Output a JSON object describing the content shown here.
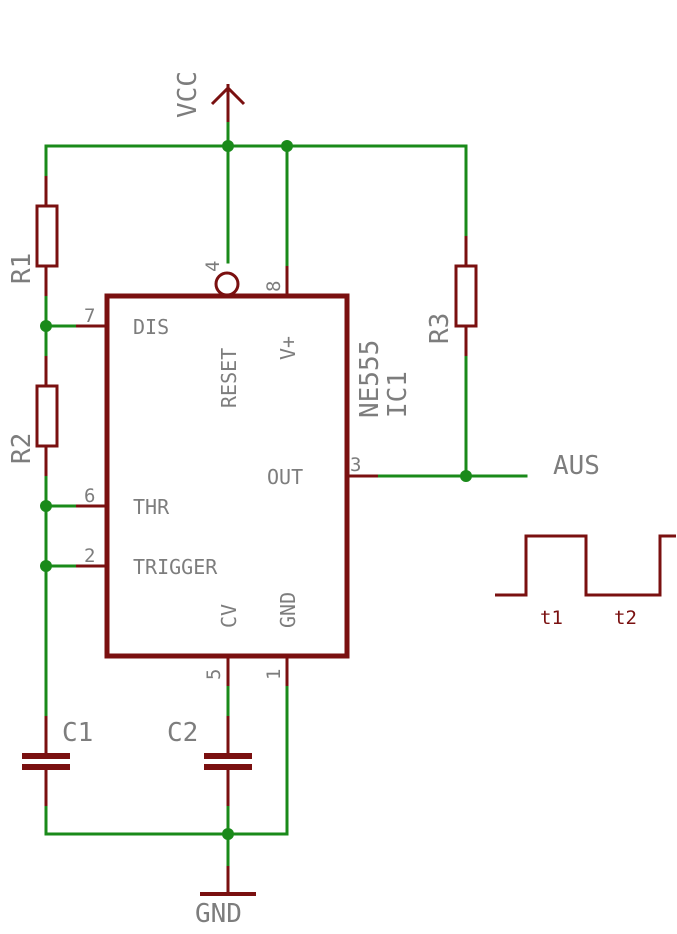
{
  "schematic": {
    "colors": {
      "wire": "#1a8a1a",
      "component": "#7a1010",
      "text": "#7d7d7d"
    },
    "supply": {
      "vcc": "VCC",
      "gnd": "GND"
    },
    "ic": {
      "type": "NE555",
      "ref": "IC1",
      "pins": {
        "dis": {
          "name": "DIS",
          "number": "7"
        },
        "thr": {
          "name": "THR",
          "number": "6"
        },
        "trigger": {
          "name": "TRIGGER",
          "number": "2"
        },
        "reset": {
          "name": "RESET",
          "number": "4"
        },
        "vplus": {
          "name": "V+",
          "number": "8"
        },
        "out": {
          "name": "OUT",
          "number": "3"
        },
        "cv": {
          "name": "CV",
          "number": "5"
        },
        "gnd": {
          "name": "GND",
          "number": "1"
        }
      }
    },
    "components": {
      "r1": "R1",
      "r2": "R2",
      "r3": "R3",
      "c1": "C1",
      "c2": "C2"
    },
    "output": {
      "label": "AUS"
    },
    "timing": {
      "t1": "t1",
      "t2": "t2"
    }
  }
}
